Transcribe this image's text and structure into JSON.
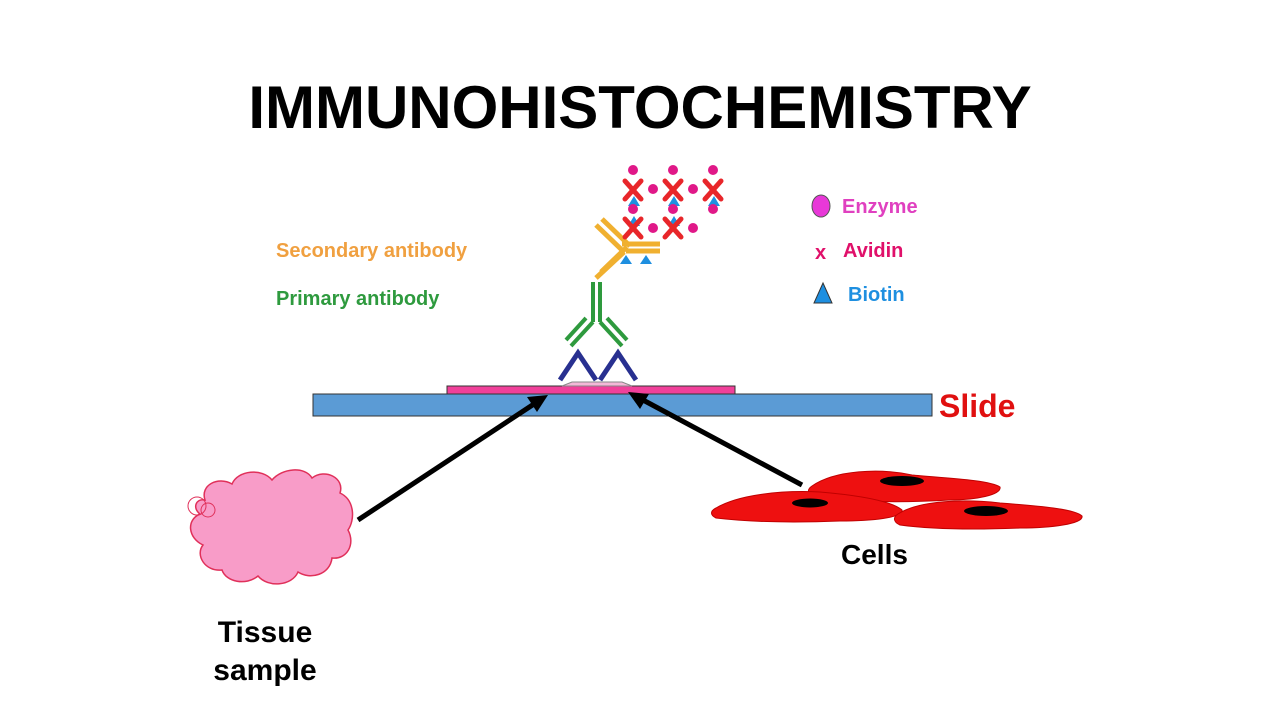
{
  "title": "IMMUNOHISTOCHEMISTRY",
  "labels": {
    "secondary_antibody": "Secondary antibody",
    "primary_antibody": "Primary antibody",
    "slide": "Slide",
    "cells": "Cells",
    "tissue_sample": "Tissue sample"
  },
  "legend": {
    "enzyme": "Enzyme",
    "avidin_mark": "x",
    "avidin": "Avidin",
    "biotin": "Biotin"
  },
  "colors": {
    "secondary": "#f0a040",
    "primary": "#2e9a3e",
    "enzyme": "#e040c0",
    "avidin": "#e0106a",
    "biotin": "#1e8fe0",
    "slide_label": "#e01010",
    "slide_fill": "#5b9bd5",
    "tissue_fill": "#f89cc8",
    "cell_fill": "#ee1010",
    "avidin_x": "#e8262a",
    "antigen": "#283090"
  }
}
